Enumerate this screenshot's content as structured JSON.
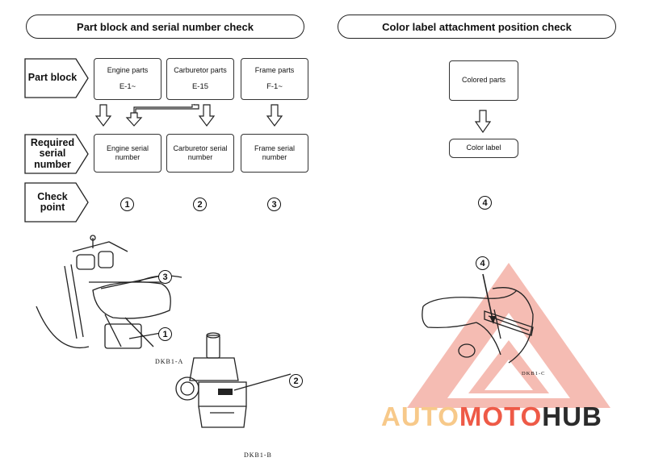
{
  "left_panel": {
    "title": "Part block and serial number check",
    "row_labels": {
      "part_block": "Part block",
      "required_serial": "Required serial number",
      "check_point": "Check point"
    },
    "parts": [
      {
        "name": "Engine parts",
        "code": "E-1~"
      },
      {
        "name": "Carburetor parts",
        "code": "E-15"
      },
      {
        "name": "Frame parts",
        "code": "F-1~"
      }
    ],
    "serials": [
      "Engine serial number",
      "Carburetor serial number",
      "Frame serial number"
    ],
    "check_points": [
      "1",
      "2",
      "3"
    ],
    "callouts": [
      "3",
      "1",
      "2"
    ],
    "figure_refs": [
      "DKB1-A",
      "DKB1-B"
    ]
  },
  "right_panel": {
    "title": "Color label attachment position check",
    "colored_parts": "Colored parts",
    "color_label": "Color label",
    "check_point": "4",
    "callout": "4",
    "figure_ref": "DKB1-C"
  },
  "watermark": {
    "part1": "AUTO",
    "part2": "MOTO",
    "part3": "HUB",
    "color_light": "#f7c98a",
    "color_accent": "#ee5a47",
    "color_dark": "#2b2b2b"
  }
}
